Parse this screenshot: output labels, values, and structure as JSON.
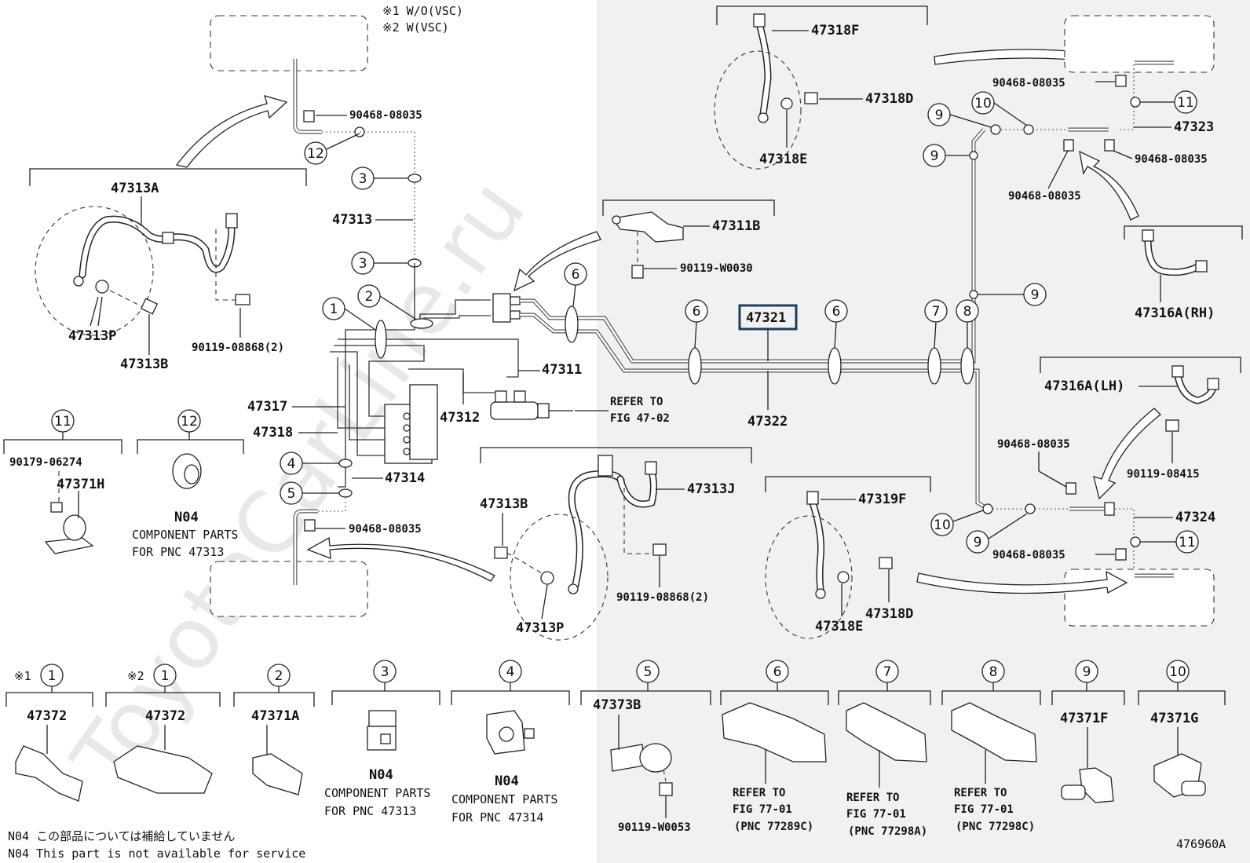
{
  "notes": {
    "note1": "※1 W/O(VSC)",
    "note2": "※2 W(VSC)",
    "footer_jp": "N04 この部品については補給していません",
    "footer_en": "N04 This part is not available for service",
    "diagram_id": "476960A",
    "watermark": "ToyotaCarLine.ru"
  },
  "callouts": {
    "p47313A": "47313A",
    "p47313P_a": "47313P",
    "p47313B_a": "47313B",
    "p90119_08868_a": "90119-08868(2)",
    "p90468_a": "90468-08035",
    "p47313": "47313",
    "p47317": "47317",
    "p47318": "47318",
    "p47311": "47311",
    "p47312": "47312",
    "p47314": "47314",
    "p90468_b": "90468-08035",
    "p47311B": "47311B",
    "p90119_W0030": "90119-W0030",
    "p47321": "47321",
    "p47322": "47322",
    "refer_to": "REFER TO",
    "fig_47_02": "FIG 47-02",
    "p47313J": "47313J",
    "p47313B_b": "47313B",
    "p47313P_b": "47313P",
    "p90119_08868_b": "90119-08868(2)",
    "p47318F": "47318F",
    "p47318D_a": "47318D",
    "p47318E_a": "47318E",
    "p90468_c": "90468-08035",
    "p47323": "47323",
    "p90468_d": "90468-08035",
    "p90468_e": "90468-08035",
    "p47316A_RH": "47316A(RH)",
    "p47316A_LH": "47316A(LH)",
    "p90119_08415": "90119-08415",
    "p90468_f": "90468-08035",
    "p47324": "47324",
    "p90468_g": "90468-08035",
    "p47319F": "47319F",
    "p47318D_b": "47318D",
    "p47318E_b": "47318E"
  },
  "side_parts": {
    "p90179_06274": "90179-06274",
    "p47371H": "47371H",
    "n04_a": "N04",
    "comp_a1": "COMPONENT PARTS",
    "comp_a2": "FOR PNC 47313"
  },
  "bottom_row": {
    "mark1": "※1",
    "mark2": "※2",
    "p47372_a": "47372",
    "p47372_b": "47372",
    "p47371A": "47371A",
    "n04_b": "N04",
    "comp_b1": "COMPONENT PARTS",
    "comp_b2": "FOR PNC 47313",
    "n04_c": "N04",
    "comp_c1": "COMPONENT PARTS",
    "comp_c2": "FOR PNC 47314",
    "p47373B": "47373B",
    "p90119_W0053": "90119-W0053",
    "ref6_a": "REFER TO",
    "ref6_b": "FIG 77-01",
    "ref6_c": "(PNC 77289C)",
    "ref7_a": "REFER TO",
    "ref7_b": "FIG 77-01",
    "ref7_c": "(PNC 77298A)",
    "ref8_a": "REFER TO",
    "ref8_b": "FIG 77-01",
    "ref8_c": "(PNC 77298C)",
    "p47371F": "47371F",
    "p47371G": "47371G"
  },
  "numbers": {
    "n1": "1",
    "n2": "2",
    "n3": "3",
    "n4": "4",
    "n5": "5",
    "n6": "6",
    "n7": "7",
    "n8": "8",
    "n9": "9",
    "n10": "10",
    "n11": "11",
    "n12": "12"
  }
}
